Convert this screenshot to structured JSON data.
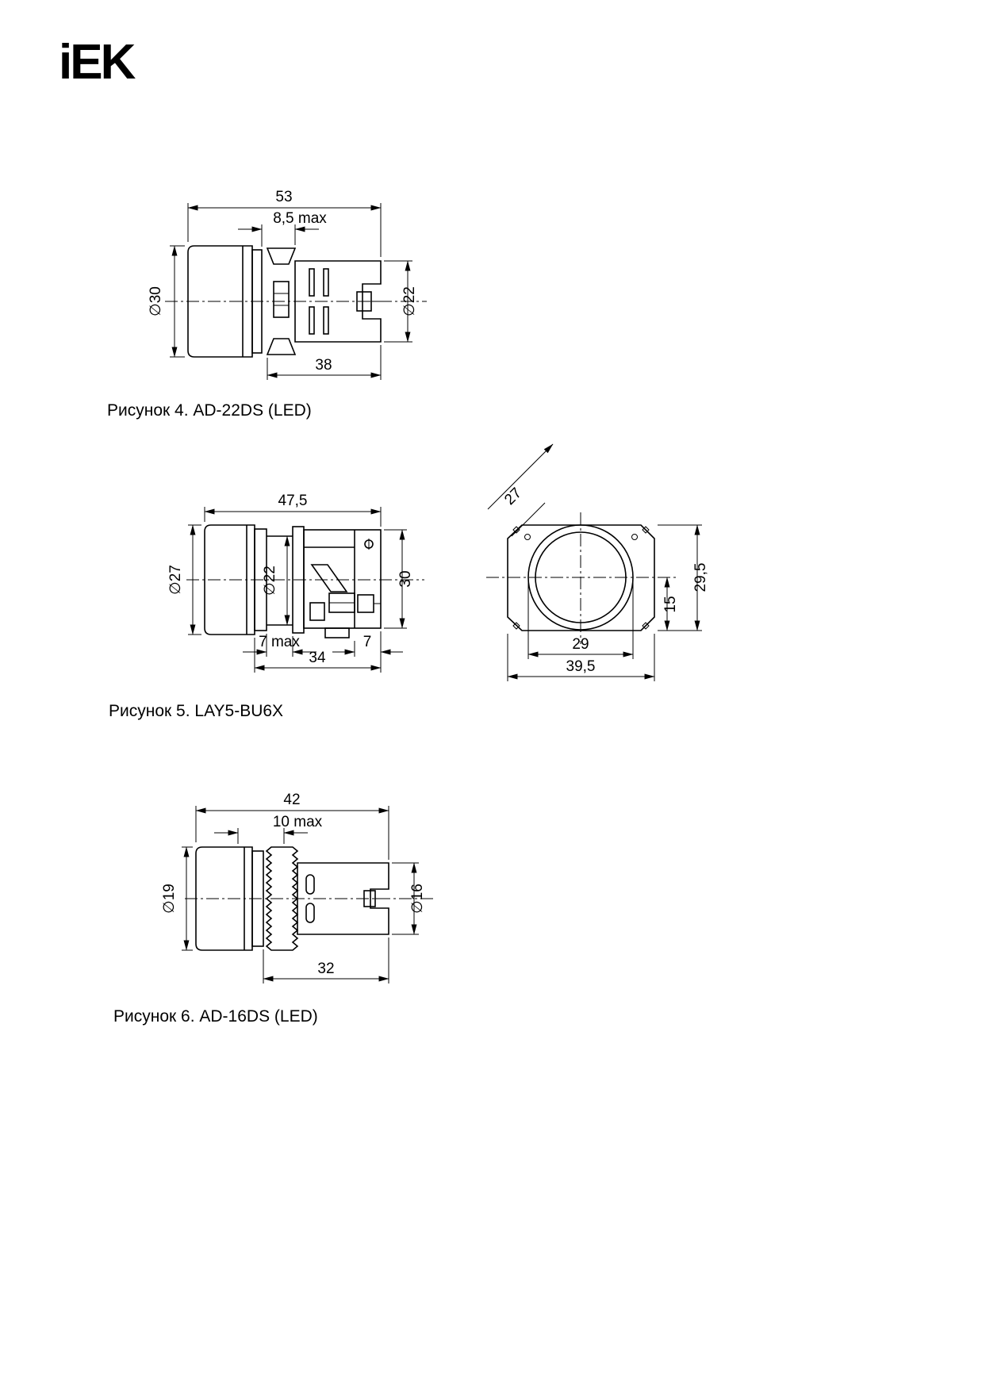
{
  "page": {
    "logo_text": "iEK"
  },
  "fig4": {
    "caption": "Рисунок 4. AD-22DS (LED)",
    "dim_total": "53",
    "dim_panel": "8,5 max",
    "dim_lens": "∅30",
    "dim_body": "∅22",
    "dim_length": "38"
  },
  "fig5": {
    "caption": "Рисунок 5. LAY5-BU6X",
    "side": {
      "dim_total": "47,5",
      "dim_cap": "∅27",
      "dim_bush": "∅22",
      "dim_height": "30",
      "dim_panel": "7 max",
      "dim_step": "7",
      "dim_length": "34"
    },
    "front": {
      "dim_diag": "27",
      "dim_half": "15",
      "dim_height": "29,5",
      "dim_flats": "29",
      "dim_width": "39,5"
    }
  },
  "fig6": {
    "caption": "Рисунок 6. AD-16DS (LED)",
    "dim_total": "42",
    "dim_panel": "10 max",
    "dim_lens": "∅19",
    "dim_body": "∅16",
    "dim_length": "32"
  }
}
